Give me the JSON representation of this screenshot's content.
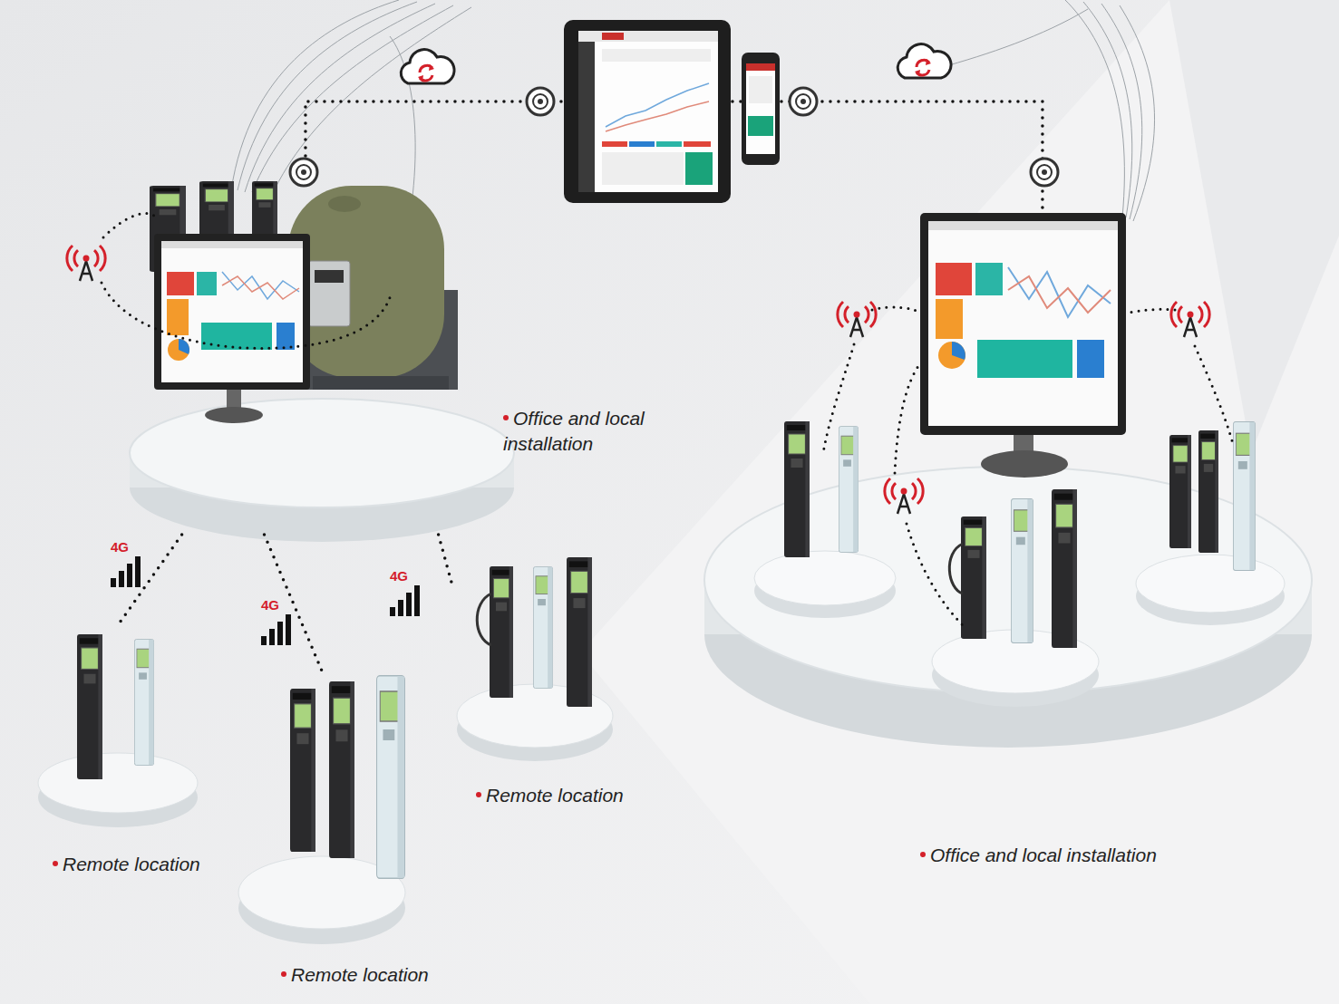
{
  "diagram": {
    "nodes": [
      {
        "text": [
          "Office and local installation"
        ]
      },
      {
        "text": [
          "Remote location"
        ]
      },
      {
        "text": [
          "Remote location"
        ]
      },
      {
        "text": [
          "Remote location"
        ]
      },
      {
        "text": [
          "Office and local installation"
        ]
      }
    ],
    "edges": [
      {
        "from": 0,
        "to": 1,
        "arrow": "none"
      },
      {
        "from": 0,
        "to": 2,
        "arrow": "none"
      },
      {
        "from": 0,
        "to": 3,
        "arrow": "none"
      },
      {
        "from": 0,
        "to": 4,
        "arrow": "none"
      }
    ],
    "labels": [
      "4G",
      "4G",
      "4G"
    ]
  }
}
